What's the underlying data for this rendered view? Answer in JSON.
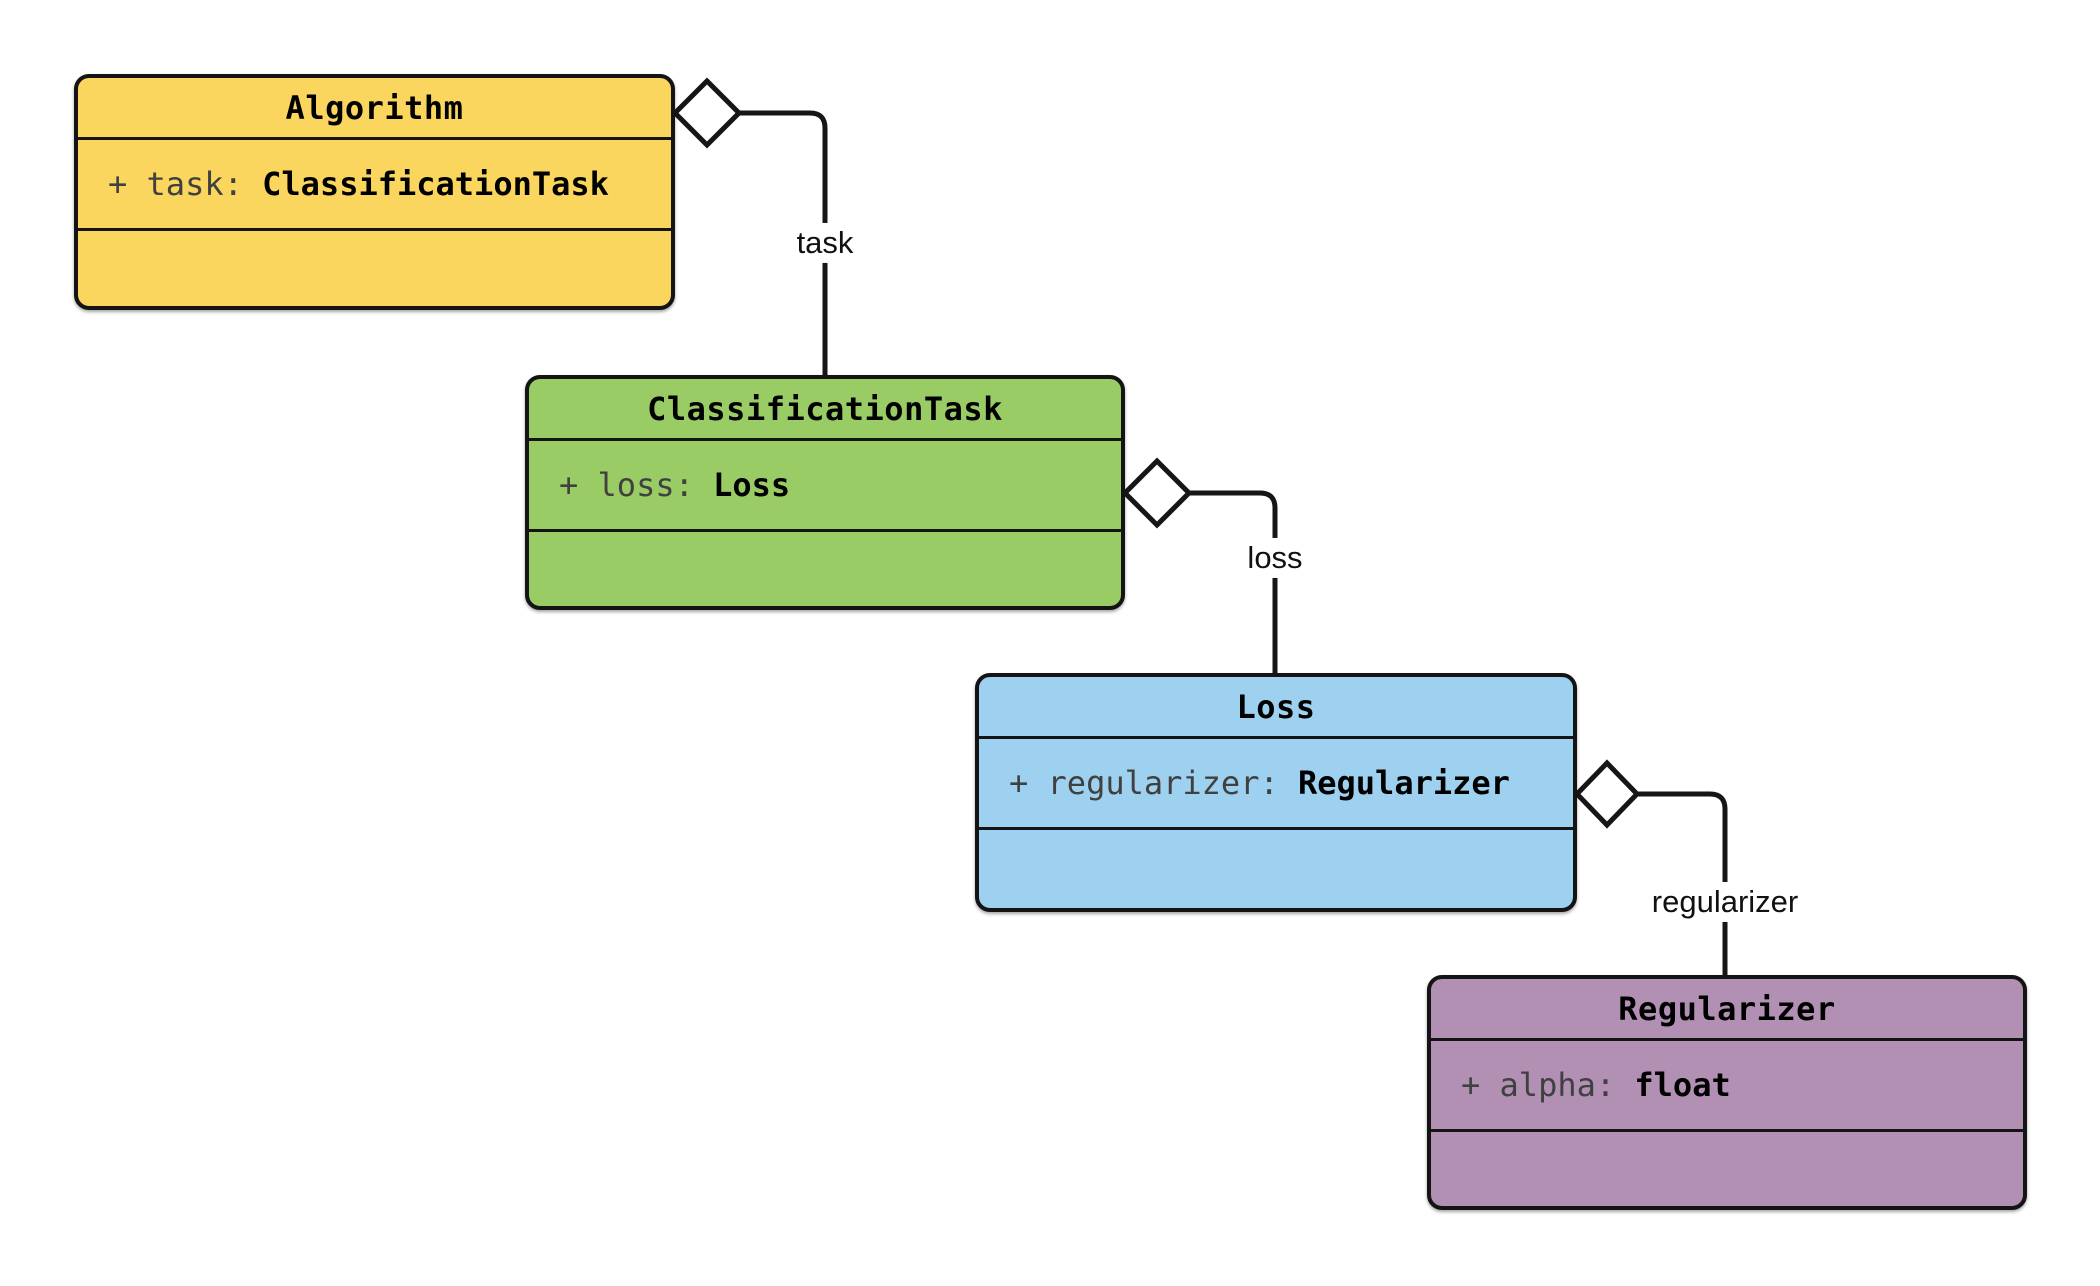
{
  "diagram": {
    "type": "uml-class-diagram",
    "background": "#ffffff",
    "style": {
      "line_color": "#161616",
      "diamond_fill": "#ffffff",
      "border_color": "#141414",
      "attribute_plain_color": "#404040",
      "attribute_type_color": "#000000"
    },
    "classes": [
      {
        "name": "Algorithm",
        "attribute": {
          "plain": "+ task: ",
          "bold": "ClassificationTask"
        },
        "fill": "#FAD65E"
      },
      {
        "name": "ClassificationTask",
        "attribute": {
          "plain": "+ loss: ",
          "bold": "Loss"
        },
        "fill": "#9ACC66"
      },
      {
        "name": "Loss",
        "attribute": {
          "plain": "+ regularizer: ",
          "bold": "Regularizer"
        },
        "fill": "#9DD1EF"
      },
      {
        "name": "Regularizer",
        "attribute": {
          "plain": "+ alpha: ",
          "bold": "float"
        },
        "fill": "#B190B4"
      }
    ],
    "relations": [
      {
        "from": "Algorithm",
        "to": "ClassificationTask",
        "label": "task",
        "kind": "aggregation"
      },
      {
        "from": "ClassificationTask",
        "to": "Loss",
        "label": "loss",
        "kind": "aggregation"
      },
      {
        "from": "Loss",
        "to": "Regularizer",
        "label": "regularizer",
        "kind": "aggregation"
      }
    ]
  }
}
